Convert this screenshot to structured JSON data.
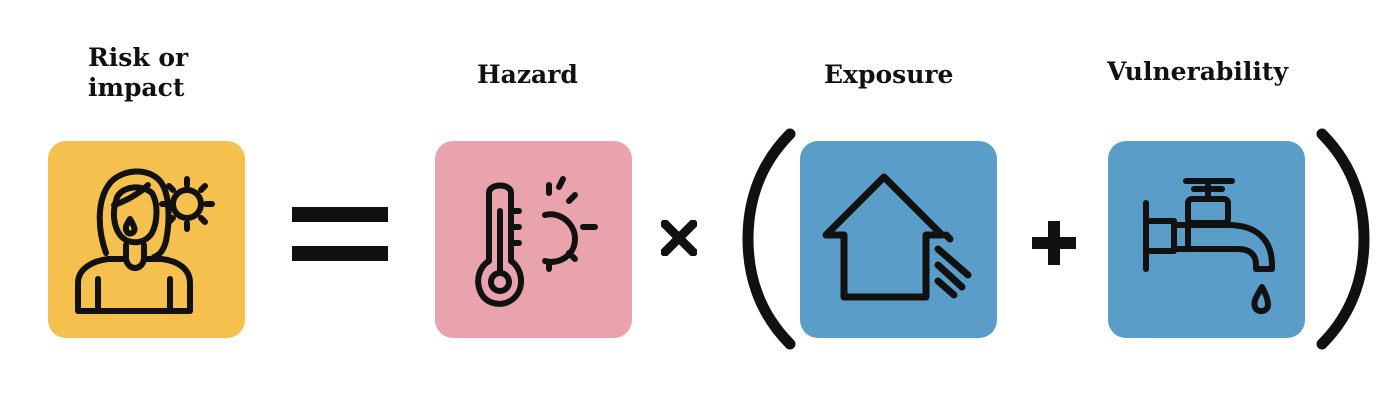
{
  "labels": {
    "risk": "Risk or\nimpact",
    "hazard": "Hazard",
    "exposure": "Exposure",
    "vulnerability": "Vulnerability"
  },
  "icons": {
    "risk": "person-sweating-sun-icon",
    "hazard": "thermometer-sun-icon",
    "exposure": "house-heat-icon",
    "vulnerability": "water-tap-drip-icon"
  },
  "colors": {
    "risk_tile": "#f6c04e",
    "hazard_tile": "#e9a3ac",
    "exposure_tile": "#5b9dc9",
    "vulnerability_tile": "#5b9dc9",
    "ink": "#111111"
  },
  "operators": [
    "equals",
    "times",
    "open-paren",
    "plus",
    "close-paren"
  ]
}
